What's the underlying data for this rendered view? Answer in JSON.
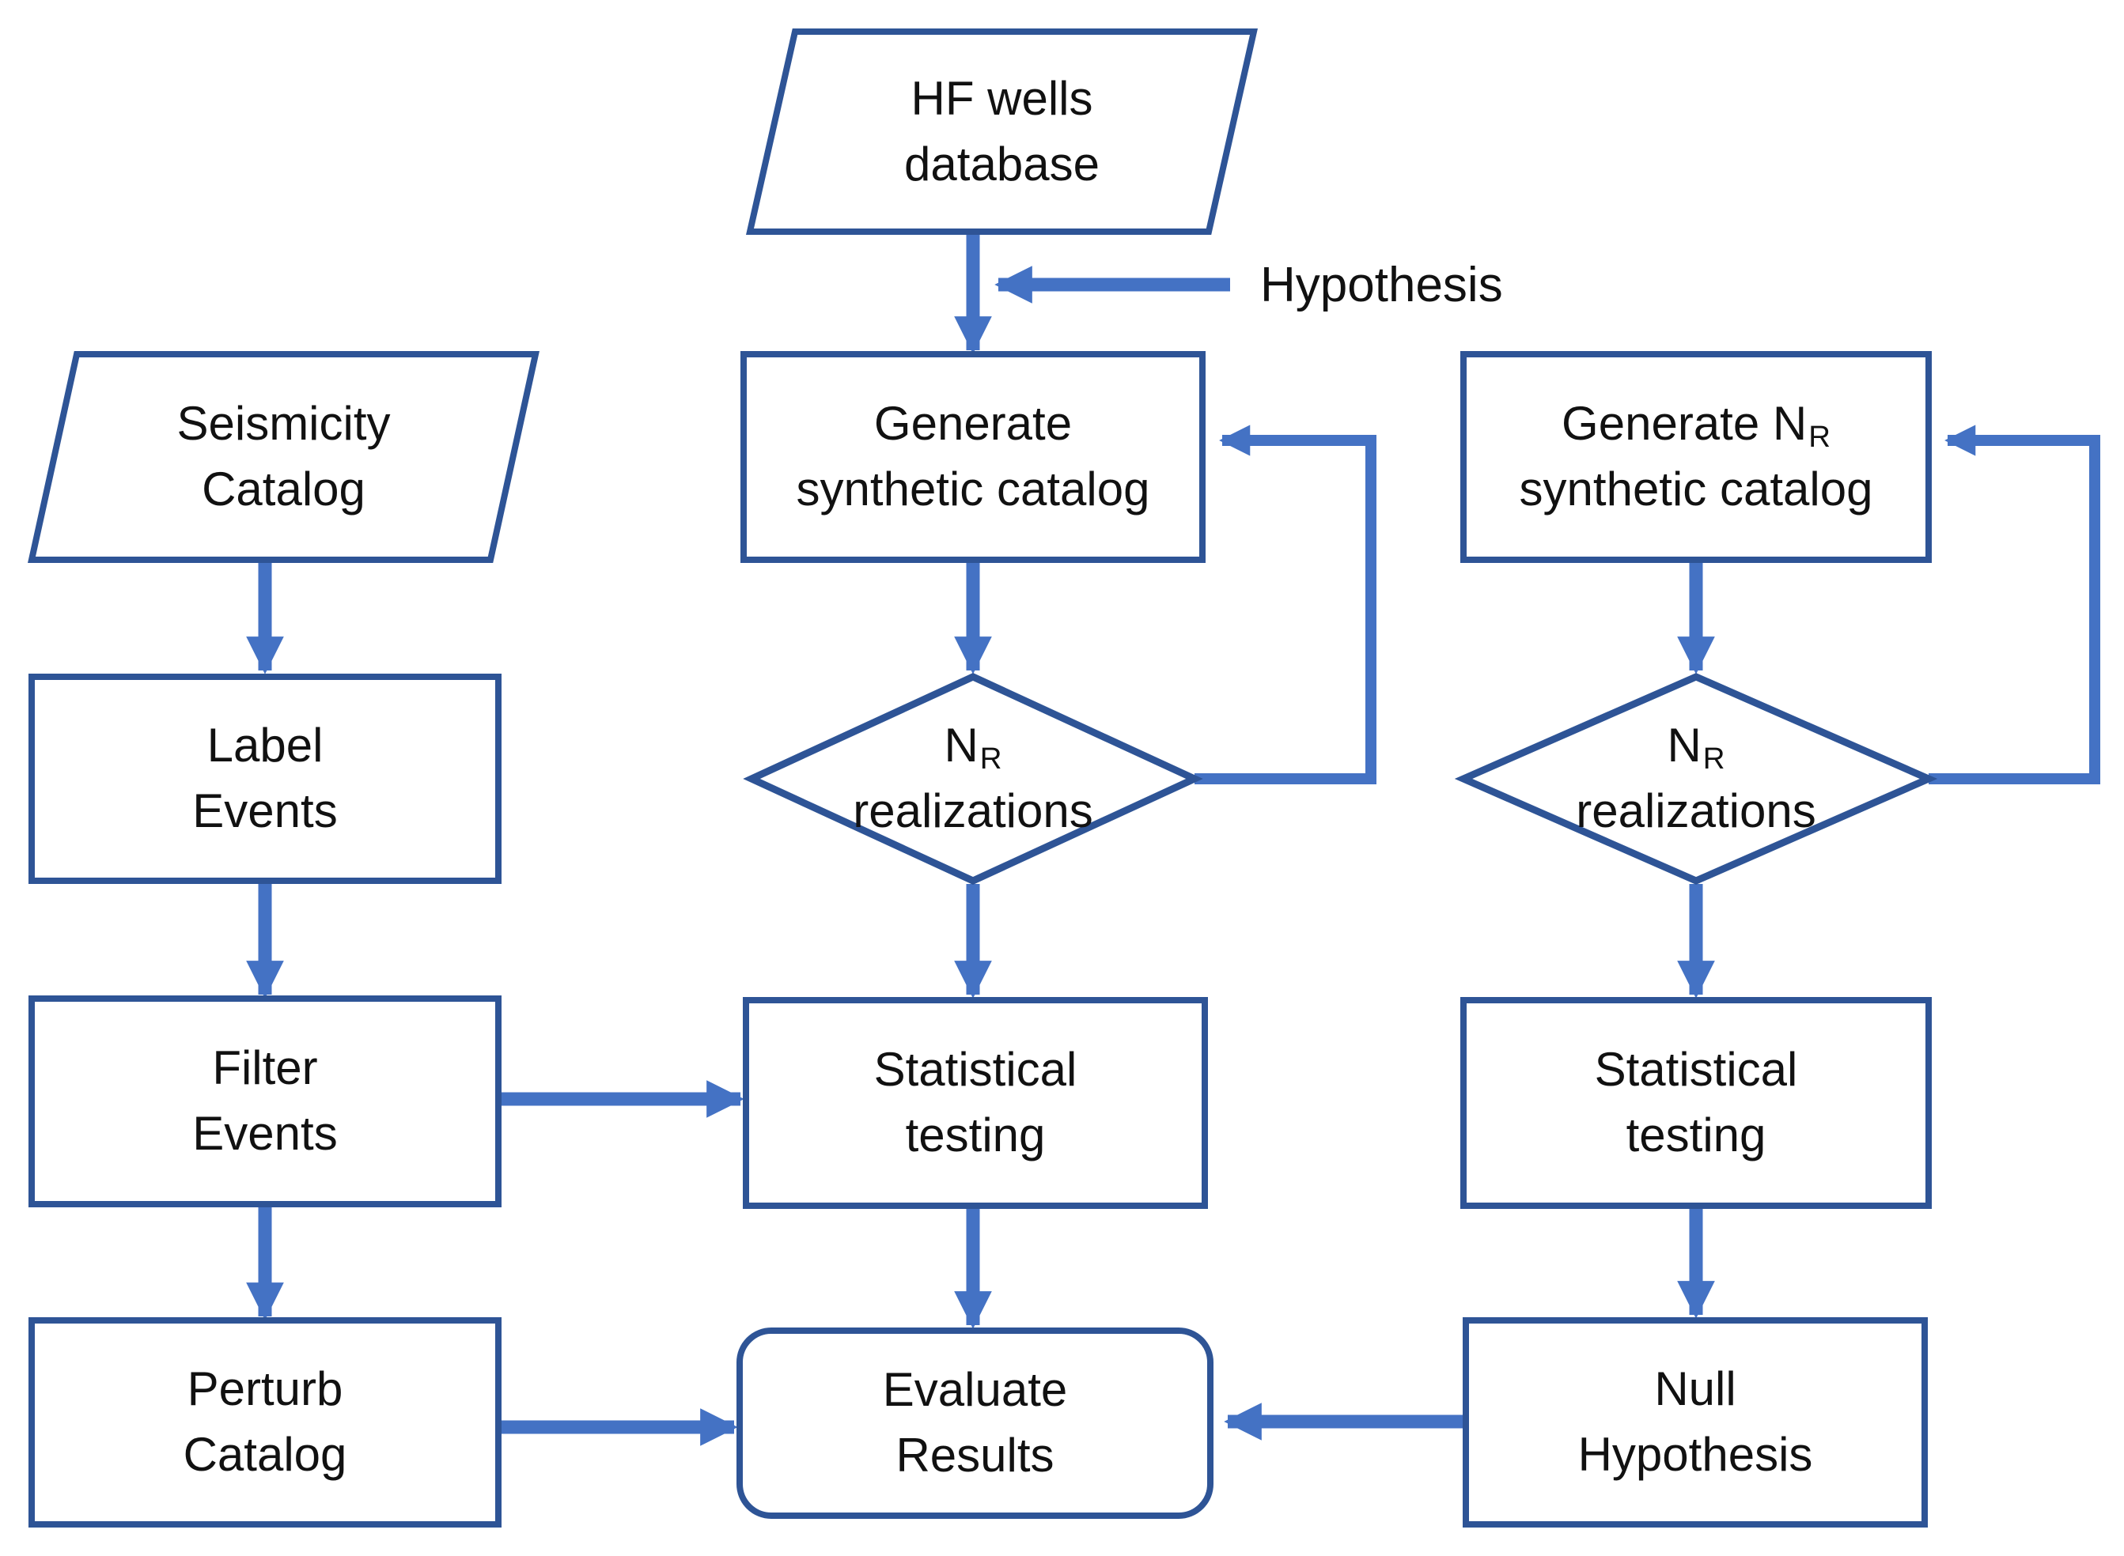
{
  "title": "Seismicity statistical testing workflow flowchart",
  "colors": {
    "shape_border": "#2E5496",
    "arrow": "#4472C4",
    "text": "#111111",
    "background": "#FFFFFF"
  },
  "nodes": {
    "hf_database": {
      "shape": "parallelogram",
      "line1": "HF wells",
      "line2": "database"
    },
    "seismicity_catalog": {
      "shape": "parallelogram",
      "line1": "Seismicity",
      "line2": "Catalog"
    },
    "label_events": {
      "shape": "rectangle",
      "line1": "Label",
      "line2": "Events"
    },
    "filter_events": {
      "shape": "rectangle",
      "line1": "Filter",
      "line2": "Events"
    },
    "perturb_catalog": {
      "shape": "rectangle",
      "line1": "Perturb",
      "line2": "Catalog"
    },
    "generate_synthetic": {
      "shape": "rectangle",
      "line1": "Generate",
      "line2": "synthetic catalog"
    },
    "generate_nr": {
      "shape": "rectangle",
      "line1_prefix": "Generate N",
      "line1_sub": "R",
      "line2": "synthetic catalog"
    },
    "nr_realizations_mid": {
      "shape": "diamond",
      "line1_main": "N",
      "line1_sub": "R",
      "line2": "realizations"
    },
    "nr_realizations_right": {
      "shape": "diamond",
      "line1_main": "N",
      "line1_sub": "R",
      "line2": "realizations"
    },
    "statistical_testing_mid": {
      "shape": "rectangle",
      "line1": "Statistical",
      "line2": "testing"
    },
    "statistical_testing_right": {
      "shape": "rectangle",
      "line1": "Statistical",
      "line2": "testing"
    },
    "evaluate_results": {
      "shape": "rounded-rectangle",
      "line1": "Evaluate",
      "line2": "Results"
    },
    "null_hypothesis": {
      "shape": "rectangle",
      "line1": "Null",
      "line2": "Hypothesis"
    }
  },
  "annotations": {
    "hypothesis_label": "Hypothesis"
  },
  "edges": [
    "HF wells database -> Generate synthetic catalog",
    "Hypothesis -> (HF wells database -> Generate synthetic catalog)",
    "Seismicity Catalog -> Label Events",
    "Label Events -> Filter Events",
    "Filter Events -> Perturb Catalog",
    "Filter Events -> Statistical testing (middle)",
    "Perturb Catalog -> Evaluate Results",
    "Generate synthetic catalog -> NR realizations (middle)",
    "NR realizations (middle) -> Generate synthetic catalog (loop)",
    "NR realizations (middle) -> Statistical testing (middle)",
    "Statistical testing (middle) -> Evaluate Results",
    "Generate NR synthetic catalog -> NR realizations (right)",
    "NR realizations (right) -> Generate NR synthetic catalog (loop)",
    "NR realizations (right) -> Statistical testing (right)",
    "Statistical testing (right) -> Null Hypothesis",
    "Null Hypothesis -> Evaluate Results"
  ]
}
